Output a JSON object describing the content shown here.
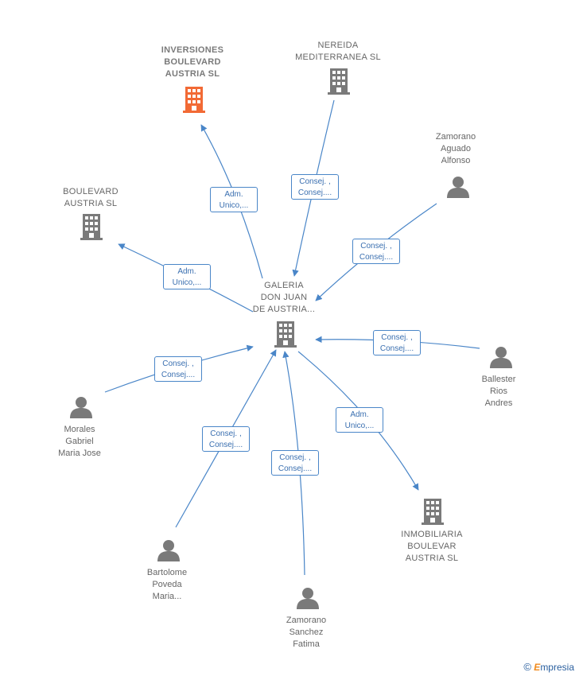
{
  "colors": {
    "edge": "#4a86c8",
    "building": "#7a7a7a",
    "building_focus": "#f26a35",
    "person": "#7a7a7a"
  },
  "nodes": {
    "center": {
      "label": "GALERIA\nDON JUAN\nDE AUSTRIA...",
      "kind": "company"
    },
    "inversiones": {
      "label": "INVERSIONES\nBOULEVARD\nAUSTRIA  SL",
      "kind": "company-focus"
    },
    "nereida": {
      "label": "NEREIDA\nMEDITERRANEA SL",
      "kind": "company"
    },
    "boulevard": {
      "label": "BOULEVARD\nAUSTRIA  SL",
      "kind": "company"
    },
    "inmobiliaria": {
      "label": "INMOBILIARIA\nBOULEVAR\nAUSTRIA  SL",
      "kind": "company"
    },
    "zamorano_aguado": {
      "label": "Zamorano\nAguado\nAlfonso",
      "kind": "person"
    },
    "ballester": {
      "label": "Ballester\nRios\nAndres",
      "kind": "person"
    },
    "morales": {
      "label": "Morales\nGabriel\nMaria Jose",
      "kind": "person"
    },
    "bartolome": {
      "label": "Bartolome\nPoveda\nMaria...",
      "kind": "person"
    },
    "zamorano_sanchez": {
      "label": "Zamorano\nSanchez\nFatima",
      "kind": "person"
    }
  },
  "edges": {
    "to_inversiones": "Adm.\nUnico,...",
    "from_nereida": "Consej. ,\nConsej....",
    "from_zamorano_aguado": "Consej. ,\nConsej....",
    "to_boulevard": "Adm.\nUnico,...",
    "from_ballester": "Consej. ,\nConsej....",
    "from_morales": "Consej. ,\nConsej....",
    "from_bartolome": "Consej. ,\nConsej....",
    "from_zamorano_sanchez": "Consej. ,\nConsej....",
    "to_inmobiliaria": "Adm.\nUnico,..."
  },
  "footer": {
    "copyright": "©",
    "brand_first": "E",
    "brand_rest": "mpresia"
  }
}
